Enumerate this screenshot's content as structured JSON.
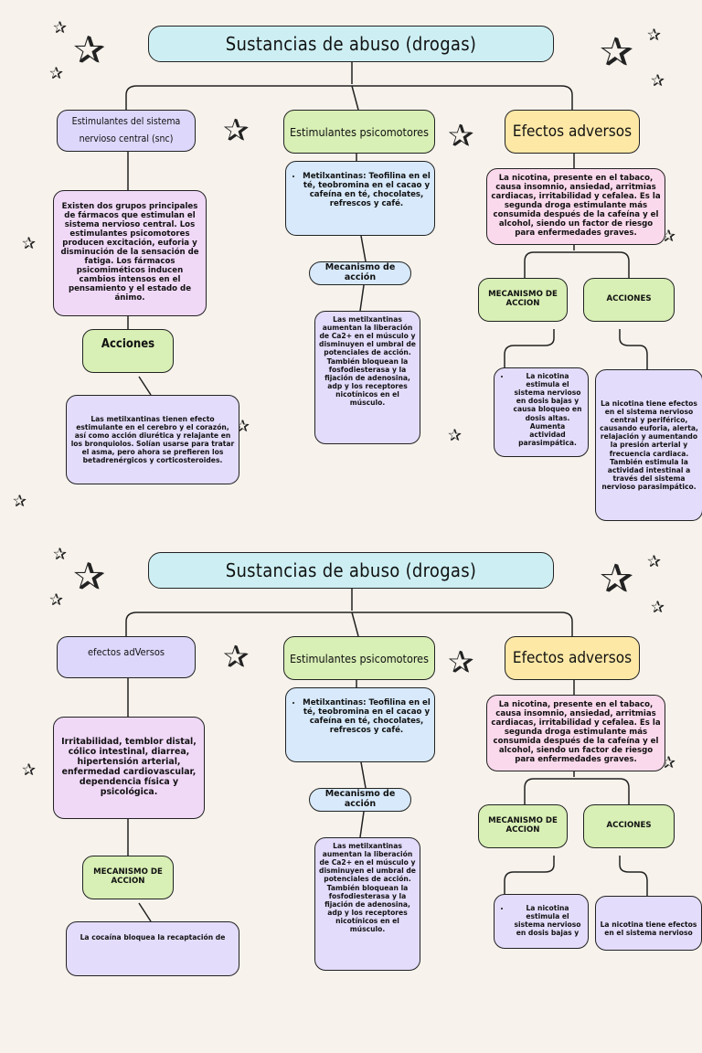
{
  "pages": [
    {
      "title": "Sustancias de abuso (drogas)",
      "left_heading": "Estimulantes del sistema nervioso central (snc)",
      "left_text": "Existen dos grupos principales de fármacos que estimulan el sistema nervioso central. Los estimulantes psicomotores producen excitación, euforia y disminución de la sensación de fatiga. Los fármacos psicomiméticos inducen cambios intensos en el pensamiento y el estado de ánimo.",
      "left_sub_heading": "Acciones",
      "left_sub_text": "Las metilxantinas tienen efecto estimulante en el cerebro y el corazón, así como acción diurética y relajante en los bronquiolos. Solían usarse para tratar el asma, pero ahora se prefieren los betadrenérgicos y corticosteroides.",
      "center_heading": "Estimulantes psicomotores",
      "center_bullet": "Metilxantinas: Teofilina en el té, teobromina en el cacao y cafeína en té, chocolates, refrescos y café.",
      "center_mech_label": "Mecanismo de acción",
      "center_mech_text": "Las metilxantinas aumentan la liberación de Ca2+ en el músculo y disminuyen el umbral de potenciales de acción. También bloquean la fosfodiesterasa y la fijación de adenosina, adp y los receptores nicotínicos en el músculo.",
      "right_heading": "Efectos adversos",
      "right_text": "La nicotina, presente en el tabaco, causa insomnio, ansiedad, arritmias cardiacas, irritabilidad y cefalea. Es la segunda droga estimulante más consumida después de la cafeína y el alcohol, siendo un factor de riesgo para enfermedades graves.",
      "right_mech_label": "MECANISMO DE ACCION",
      "right_actions_label": "ACCIONES",
      "right_mech_bullet": "La nicotina estimula el sistema nervioso en dosis bajas y causa bloqueo en dosis altas. Aumenta actividad parasimpática.",
      "right_actions_text": "La nicotina tiene efectos en el sistema nervioso central y periférico, causando euforia, alerta, relajación y aumentando la presión arterial y frecuencia cardiaca. También estimula la actividad intestinal a través del sistema nervioso parasimpático."
    },
    {
      "title": "Sustancias de abuso (drogas)",
      "left_heading": "efectos adVersos",
      "left_text": "Irritabilidad, temblor distal, cólico intestinal, diarrea, hipertensión arterial, enfermedad cardiovascular, dependencia física y psicológica.",
      "left_sub_heading": "MECANISMO DE ACCION",
      "left_sub_text": "La cocaína bloquea la recaptación de",
      "center_heading": "Estimulantes psicomotores",
      "center_bullet": "Metilxantinas: Teofilina en el té, teobromina en el cacao y cafeína en té, chocolates, refrescos y café.",
      "center_mech_label": "Mecanismo de acción",
      "center_mech_text": "Las metilxantinas aumentan la liberación de Ca2+ en el músculo y disminuyen el umbral de potenciales de acción. También bloquean la fosfodiesterasa y la fijación de adenosina, adp y los receptores nicotínicos en el músculo.",
      "right_heading": "Efectos adversos",
      "right_text": "La nicotina, presente en el tabaco, causa insomnio, ansiedad, arritmias cardiacas, irritabilidad y cefalea. Es la segunda droga estimulante más consumida después de la cafeína y el alcohol, siendo un factor de riesgo para enfermedades graves.",
      "right_mech_label": "MECANISMO DE ACCION",
      "right_actions_label": "ACCIONES",
      "right_mech_bullet": "La nicotina estimula el sistema nervioso en dosis bajas y",
      "right_actions_text": "La nicotina tiene efectos en el sistema nervioso"
    }
  ],
  "colors": {
    "background": "#f7f3ec",
    "title_box": "#cdeff3",
    "lavender": "#ddd7fb",
    "green": "#d8efb5",
    "yellow": "#fde8a6",
    "pink": "#fbd9ec",
    "blue": "#d7e9fa"
  }
}
